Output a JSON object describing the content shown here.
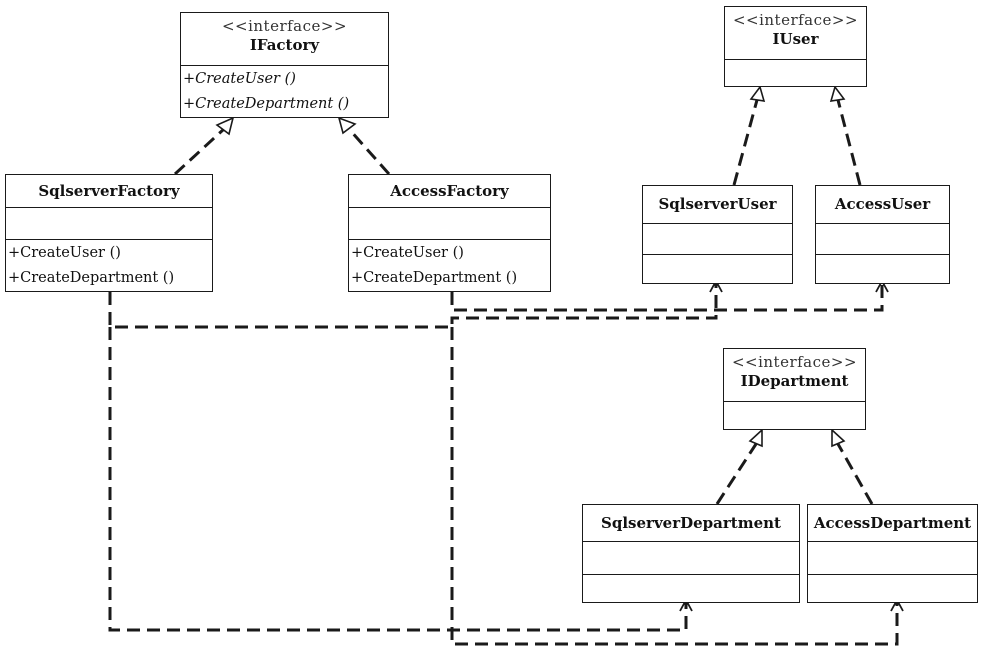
{
  "diagram": {
    "interfaces": {
      "ifactory": {
        "stereotype": "<<interface>>",
        "name": "IFactory",
        "operations": [
          "+CreateUser ()",
          "+CreateDepartment ()"
        ]
      },
      "iuser": {
        "stereotype": "<<interface>>",
        "name": "IUser"
      },
      "idepartment": {
        "stereotype": "<<interface>>",
        "name": "IDepartment"
      }
    },
    "classes": {
      "sqlserver_factory": {
        "name": "SqlserverFactory",
        "operations": [
          "+CreateUser ()",
          "+CreateDepartment ()"
        ]
      },
      "access_factory": {
        "name": "AccessFactory",
        "operations": [
          "+CreateUser ()",
          "+CreateDepartment ()"
        ]
      },
      "sqlserver_user": {
        "name": "SqlserverUser"
      },
      "access_user": {
        "name": "AccessUser"
      },
      "sqlserver_department": {
        "name": "SqlserverDepartment"
      },
      "access_department": {
        "name": "AccessDepartment"
      }
    },
    "relationships": [
      {
        "type": "realization",
        "from": "SqlserverFactory",
        "to": "IFactory"
      },
      {
        "type": "realization",
        "from": "AccessFactory",
        "to": "IFactory"
      },
      {
        "type": "realization",
        "from": "SqlserverUser",
        "to": "IUser"
      },
      {
        "type": "realization",
        "from": "AccessUser",
        "to": "IUser"
      },
      {
        "type": "realization",
        "from": "SqlserverDepartment",
        "to": "IDepartment"
      },
      {
        "type": "realization",
        "from": "AccessDepartment",
        "to": "IDepartment"
      },
      {
        "type": "dependency",
        "from": "SqlserverFactory",
        "to": "SqlserverUser"
      },
      {
        "type": "dependency",
        "from": "AccessFactory",
        "to": "AccessUser"
      },
      {
        "type": "dependency",
        "from": "SqlserverFactory",
        "to": "SqlserverDepartment"
      },
      {
        "type": "dependency",
        "from": "AccessFactory",
        "to": "AccessDepartment"
      }
    ]
  }
}
